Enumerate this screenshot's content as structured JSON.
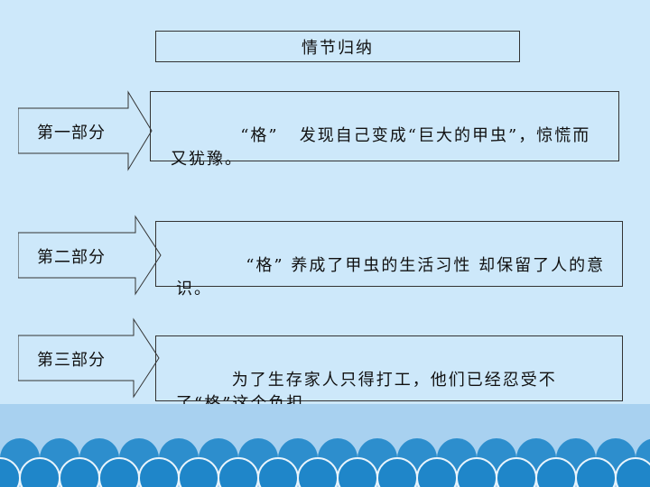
{
  "title": "情节归纳",
  "sections": [
    {
      "label": "第一部分",
      "text": "      “格”   发现自己变成“巨大的甲虫”，惊慌而又犹豫。"
    },
    {
      "label": "第二部分",
      "text": "      “格” 养成了甲虫的生活习性 却保留了人的意识。"
    },
    {
      "label": "第三部分",
      "text": "    为了生存家人只得打工，他们已经忍受不了“格”这个负担。"
    }
  ],
  "colors": {
    "background": "#cde8fa",
    "band": "#a8d1f0",
    "waves": "#1f86c9"
  }
}
